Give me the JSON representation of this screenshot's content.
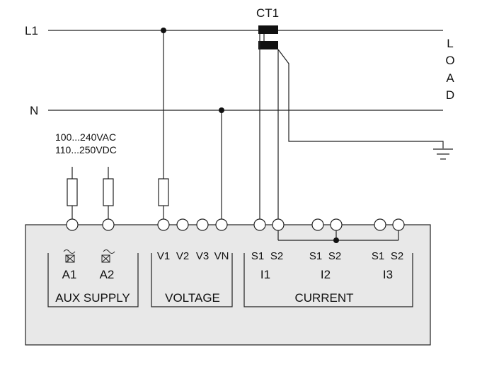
{
  "lines": {
    "l1": "L1",
    "n": "N",
    "ct": "CT1"
  },
  "load": [
    "L",
    "O",
    "A",
    "D"
  ],
  "supply": {
    "ac": "100...240VAC",
    "dc": "110...250VDC"
  },
  "aux": {
    "a1": "A1",
    "a2": "A2",
    "group": "AUX SUPPLY"
  },
  "voltage": {
    "v1": "V1",
    "v2": "V2",
    "v3": "V3",
    "vn": "VN",
    "group": "VOLTAGE"
  },
  "current": {
    "i1": {
      "s1": "S1",
      "s2": "S2",
      "label": "I1"
    },
    "i2": {
      "s1": "S1",
      "s2": "S2",
      "label": "I2"
    },
    "i3": {
      "s1": "S1",
      "s2": "S2",
      "label": "I3"
    },
    "group": "CURRENT"
  }
}
